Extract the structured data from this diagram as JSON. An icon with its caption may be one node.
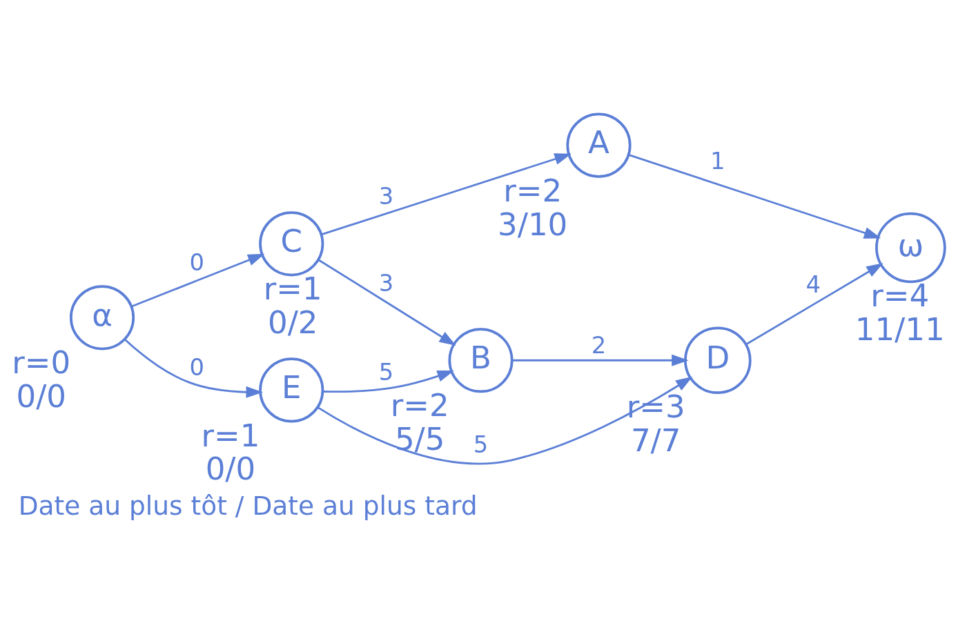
{
  "diagram": {
    "caption": "Date au plus tôt / Date au plus tard",
    "nodes": [
      {
        "text": [
          "α"
        ],
        "beside": [
          "r=0",
          "0/0"
        ]
      },
      {
        "text": [
          "C"
        ],
        "beside": [
          "r=1",
          "0/2"
        ]
      },
      {
        "text": [
          "A"
        ],
        "beside": [
          "r=2",
          "3/10"
        ]
      },
      {
        "text": [
          "B"
        ],
        "beside": [
          "r=2",
          "5/5"
        ]
      },
      {
        "text": [
          "E"
        ],
        "beside": [
          "r=1",
          "0/0"
        ]
      },
      {
        "text": [
          "D"
        ],
        "beside": [
          "r=3",
          "7/7"
        ]
      },
      {
        "text": [
          "ω"
        ],
        "beside": [
          "r=4",
          "11/11"
        ]
      }
    ],
    "edges": [
      {
        "from": 0,
        "to": 1,
        "arrow": "to",
        "label": "0"
      },
      {
        "from": 0,
        "to": 4,
        "arrow": "to",
        "label": "0"
      },
      {
        "from": 1,
        "to": 2,
        "arrow": "to",
        "label": "3"
      },
      {
        "from": 1,
        "to": 3,
        "arrow": "to",
        "label": "3"
      },
      {
        "from": 4,
        "to": 3,
        "arrow": "to",
        "label": "5"
      },
      {
        "from": 4,
        "to": 5,
        "arrow": "to",
        "label": "5"
      },
      {
        "from": 3,
        "to": 5,
        "arrow": "to",
        "label": "2"
      },
      {
        "from": 2,
        "to": 6,
        "arrow": "to",
        "label": "1"
      },
      {
        "from": 5,
        "to": 6,
        "arrow": "to",
        "label": "4"
      }
    ]
  }
}
